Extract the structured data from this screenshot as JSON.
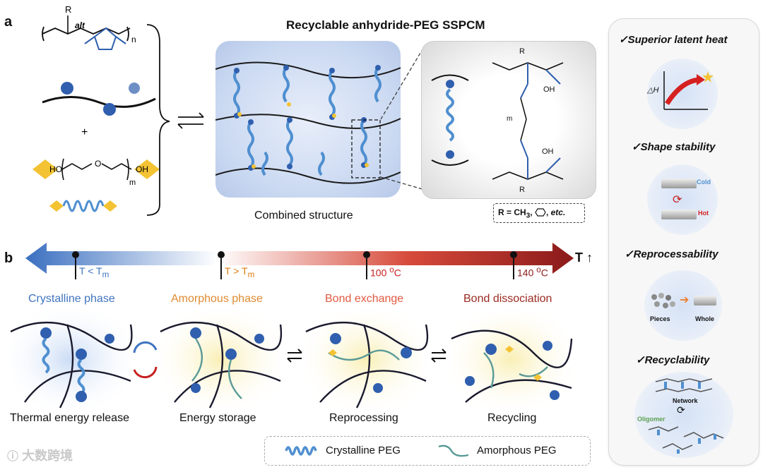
{
  "panels": {
    "a_label": "a",
    "b_label": "b"
  },
  "panel_a": {
    "title": "Recyclable anhydride-PEG SSPCM",
    "monomer_r": "R",
    "alt_label": "alt",
    "n_label": "n",
    "plus": "+",
    "peg_ho": "HO",
    "peg_o": "O",
    "peg_m": "m",
    "peg_oh": "OH",
    "combined_caption": "Combined structure",
    "zoom_r_top": "R",
    "zoom_oh_top": "OH",
    "zoom_oh_bottom": "OH",
    "zoom_m": "m",
    "zoom_r_bottom": "R",
    "r_group_prefix": "R = CH",
    "r_group_sub": "3",
    "r_group_suffix": ",",
    "r_group_etc": "etc."
  },
  "panel_b": {
    "temp_axis_label": "T",
    "markers": [
      {
        "main": "T < T",
        "sub": "m",
        "color": "#3f74c0"
      },
      {
        "main": "T > T",
        "sub": "m",
        "color": "#e07a10"
      },
      {
        "main": "100 ",
        "sup": "o",
        "tail": "C",
        "color": "#c62020"
      },
      {
        "main": "140 ",
        "sup": "o",
        "tail": "C",
        "color": "#8a1a1a"
      }
    ],
    "phases": [
      {
        "label": "Crystalline phase",
        "color": "#3f74c0",
        "caption": "Thermal energy release"
      },
      {
        "label": "Amorphous phase",
        "color": "#e08a30",
        "caption": "Energy storage"
      },
      {
        "label": "Bond exchange",
        "color": "#e05a40",
        "caption": "Reprocessing"
      },
      {
        "label": "Bond dissociation",
        "color": "#9a2a20",
        "caption": "Recycling"
      }
    ],
    "legend": {
      "crystalline": "Crystalline PEG",
      "amorphous": "Amorphous PEG"
    }
  },
  "side": {
    "items": [
      {
        "title": "Superior latent heat",
        "axis": "△H"
      },
      {
        "title": "Shape stability",
        "cold": "Cold",
        "hot": "Hot"
      },
      {
        "title": "Reprocessability",
        "pieces": "Pieces",
        "whole": "Whole"
      },
      {
        "title": "Recyclability",
        "network": "Network",
        "oligomer": "Oligomer"
      }
    ]
  },
  "watermark": "大数跨境",
  "colors": {
    "blue": "#2f5fae",
    "peg_blue": "#4f8fd0",
    "gold": "#f3c333",
    "red": "#c62020",
    "side_bg": "#f7f7f7"
  }
}
